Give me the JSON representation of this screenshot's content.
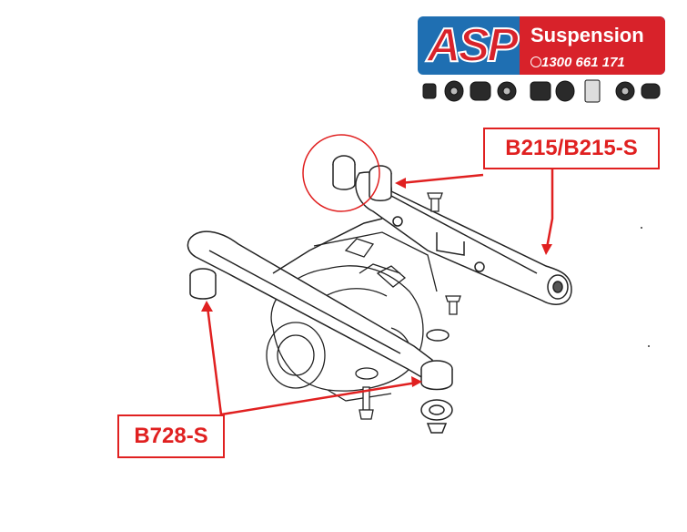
{
  "brand": {
    "name": "ASP",
    "tagline": "Suspension",
    "phone": "1300 661 171",
    "colors": {
      "blue": "#1f6fb2",
      "red": "#d8222a",
      "label_red": "#e02020"
    }
  },
  "labels": {
    "top_part": "B215/B215-S",
    "bottom_part": "B728-S"
  },
  "icons": [
    "phone-icon",
    "bushing-icon"
  ]
}
